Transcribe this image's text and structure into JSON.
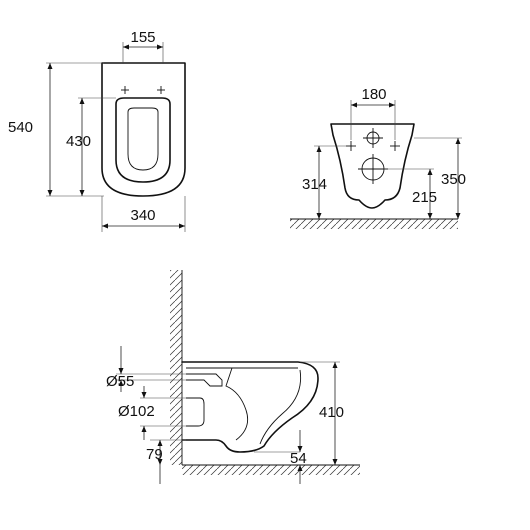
{
  "views": {
    "top": {
      "seat_width": "155",
      "total_length": "540",
      "bowl_length": "430",
      "overall_width": "340"
    },
    "front": {
      "bracket_spacing": "180",
      "bracket_height": "314",
      "total_height": "350",
      "outlet_height": "215"
    },
    "side": {
      "inlet_diameter": "Ø55",
      "outlet_diameter": "Ø102",
      "outlet_bottom": "79",
      "wall_offset": "54",
      "height": "410"
    }
  }
}
